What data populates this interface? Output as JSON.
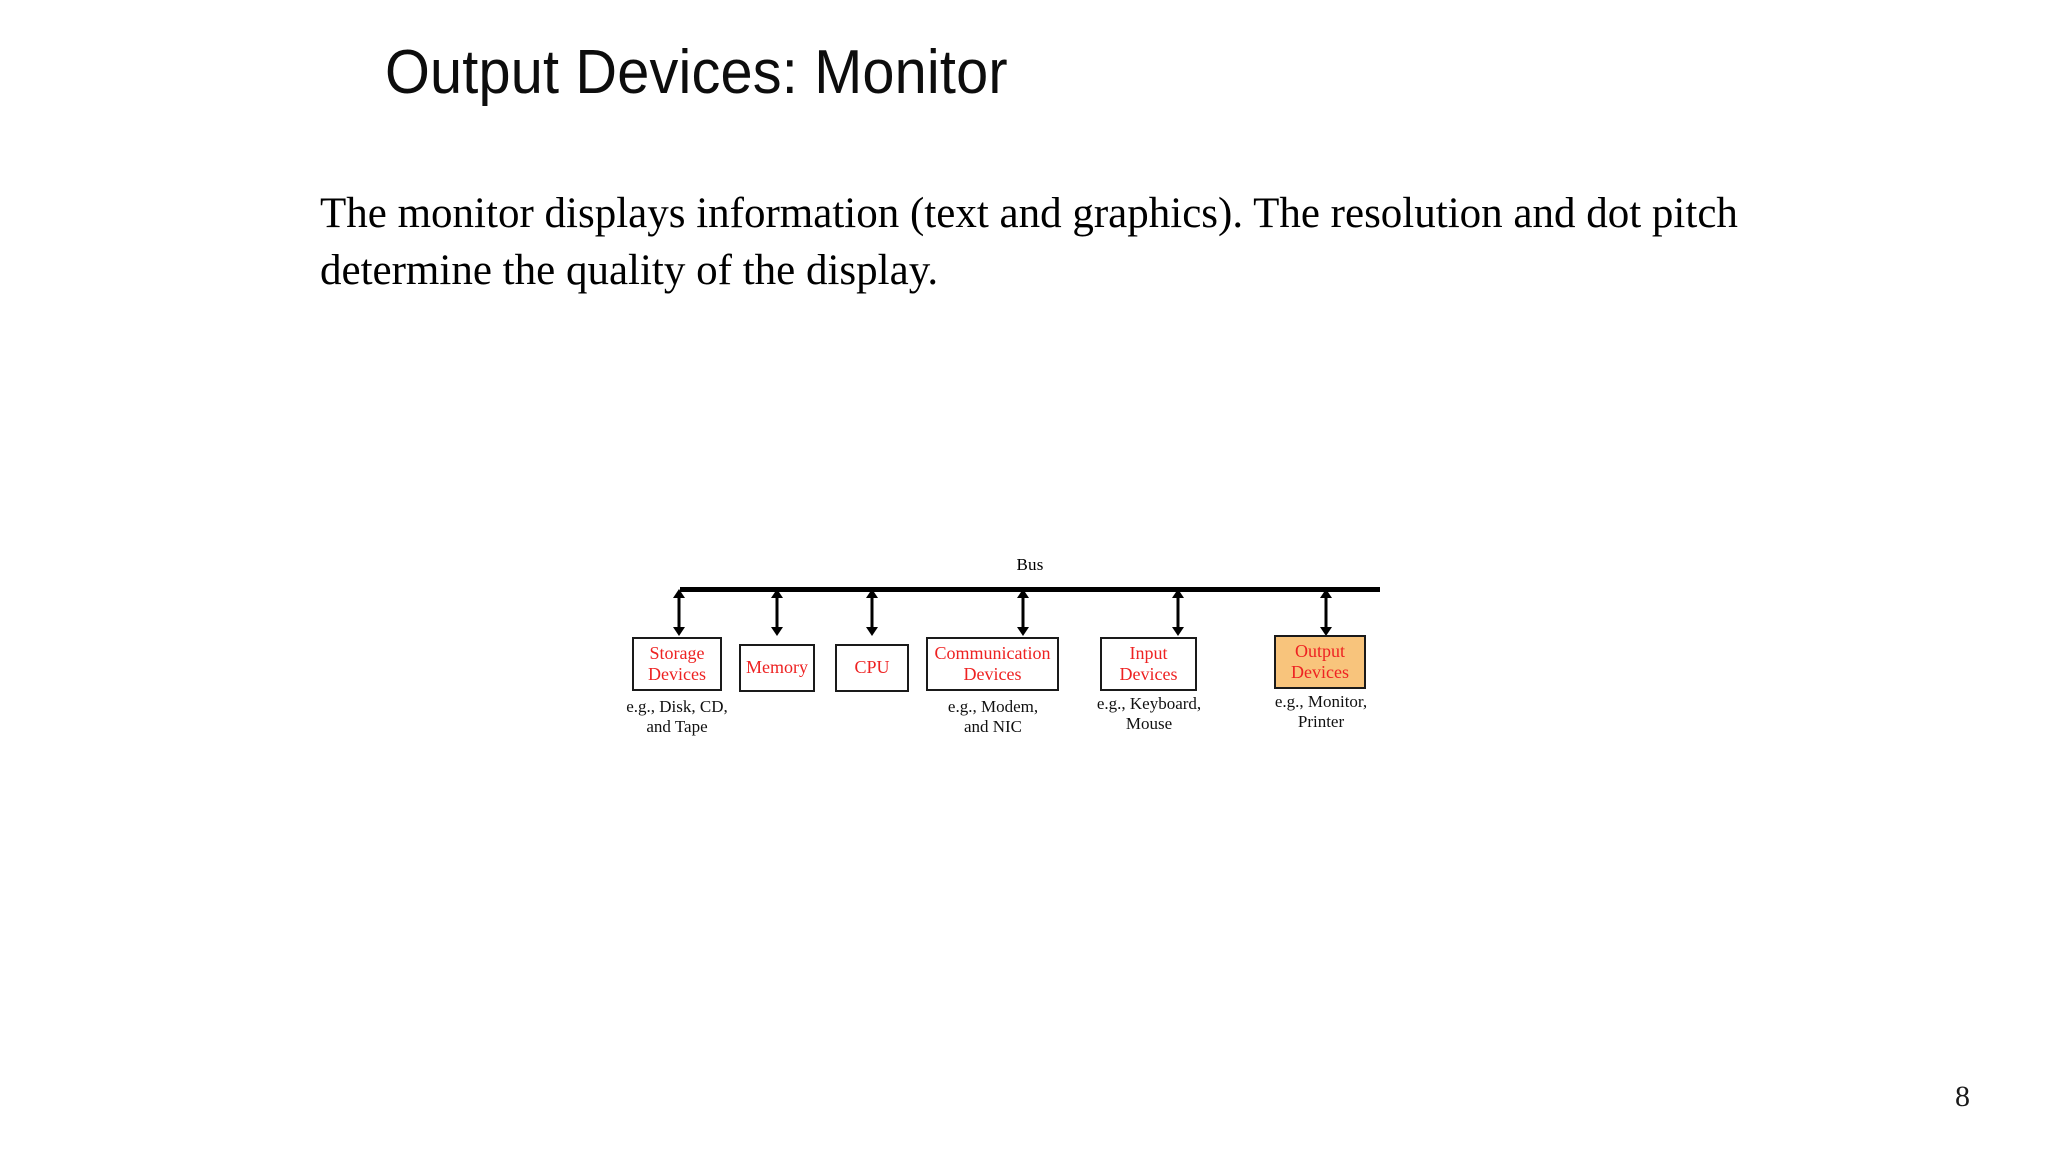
{
  "slide": {
    "title": "Output Devices: Monitor",
    "body_text": "The monitor displays information (text and graphics). The resolution and dot pitch determine the quality of the display.",
    "page_number": "8",
    "colors": {
      "title_text": "#0d0d0d",
      "body_text": "#000000",
      "node_label": "#ee2222",
      "node_border": "#1a1a1a",
      "highlight_fill": "#f8c47c",
      "background": "#ffffff"
    }
  },
  "diagram": {
    "bus_label": "Bus",
    "nodes": [
      {
        "label": "Storage\nDevices",
        "caption": "e.g., Disk, CD,\nand Tape",
        "highlighted": false
      },
      {
        "label": "Memory",
        "caption": "",
        "highlighted": false
      },
      {
        "label": "CPU",
        "caption": "",
        "highlighted": false
      },
      {
        "label": "Communication\nDevices",
        "caption": "e.g., Modem,\nand NIC",
        "highlighted": false
      },
      {
        "label": "Input\nDevices",
        "caption": "e.g., Keyboard,\nMouse",
        "highlighted": false
      },
      {
        "label": "Output\nDevices",
        "caption": "e.g., Monitor,\nPrinter",
        "highlighted": true
      }
    ]
  }
}
